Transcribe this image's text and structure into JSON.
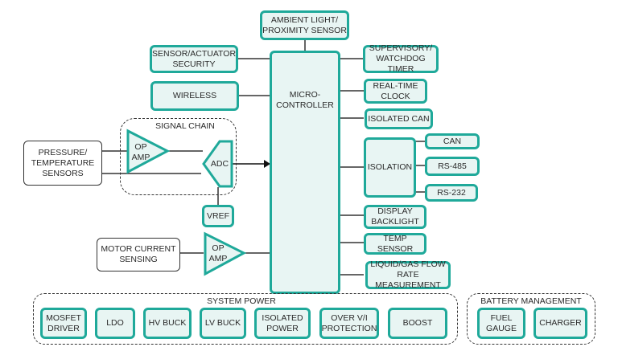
{
  "diagram": {
    "center": {
      "label": "MICRO-\nCONTROLLER"
    },
    "top": {
      "label": "AMBIENT LIGHT/\nPROXIMITY SENSOR"
    },
    "left_blocks": [
      {
        "label": "SENSOR/ACTUATOR\nSECURITY"
      },
      {
        "label": "WIRELESS"
      }
    ],
    "signal_chain": {
      "title": "SIGNAL CHAIN",
      "op_amp": "OP\nAMP",
      "adc": "ADC",
      "vref": "VREF",
      "input": "PRESSURE/\nTEMPERATURE\nSENSORS"
    },
    "motor": {
      "input": "MOTOR CURRENT\nSENSING",
      "op_amp": "OP\nAMP"
    },
    "right_blocks": [
      {
        "label": "SUPERVISORY/\nWATCHDOG TIMER"
      },
      {
        "label": "REAL-TIME\nCLOCK"
      },
      {
        "label": "ISOLATED CAN"
      },
      {
        "label": "ISOLATION"
      },
      {
        "label": "DISPLAY\nBACKLIGHT"
      },
      {
        "label": "TEMP SENSOR"
      },
      {
        "label": "LIQUID/GAS FLOW\nRATE MEASUREMENT"
      }
    ],
    "isolation_outputs": [
      {
        "label": "CAN"
      },
      {
        "label": "RS-485"
      },
      {
        "label": "RS-232"
      }
    ],
    "system_power": {
      "title": "SYSTEM POWER",
      "items": [
        {
          "label": "MOSFET\nDRIVER"
        },
        {
          "label": "LDO"
        },
        {
          "label": "HV BUCK"
        },
        {
          "label": "LV BUCK"
        },
        {
          "label": "ISOLATED\nPOWER"
        },
        {
          "label": "OVER V/I\nPROTECTION"
        },
        {
          "label": "BOOST"
        }
      ]
    },
    "battery_management": {
      "title": "BATTERY MANAGEMENT",
      "items": [
        {
          "label": "FUEL\nGAUGE"
        },
        {
          "label": "CHARGER"
        }
      ]
    },
    "colors": {
      "accent": "#1fa99a",
      "fill": "#e8f5f3",
      "line": "#333333"
    }
  }
}
